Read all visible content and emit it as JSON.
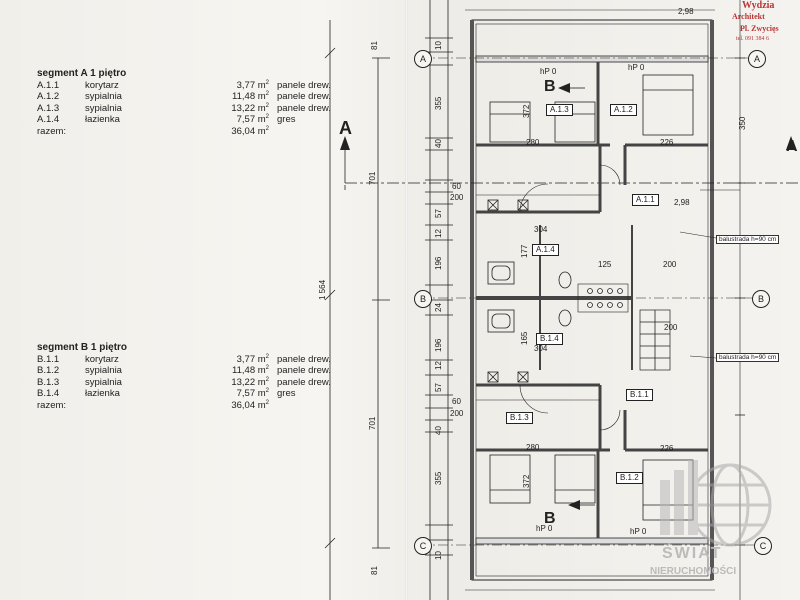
{
  "segment_a": {
    "title": "segment A 1 piętro",
    "rows": [
      {
        "id": "A.1.1",
        "name": "korytarz",
        "area": "3,77 m",
        "finish": "panele drew."
      },
      {
        "id": "A.1.2",
        "name": "sypialnia",
        "area": "11,48 m",
        "finish": "panele drew."
      },
      {
        "id": "A.1.3",
        "name": "sypialnia",
        "area": "13,22 m",
        "finish": "panele drew."
      },
      {
        "id": "A.1.4",
        "name": "łazienka",
        "area": "7,57 m",
        "finish": "gres"
      }
    ],
    "total_label": "razem:",
    "total_area": "36,04 m"
  },
  "segment_b": {
    "title": "segment B 1 piętro",
    "rows": [
      {
        "id": "B.1.1",
        "name": "korytarz",
        "area": "3,77 m",
        "finish": "panele drew."
      },
      {
        "id": "B.1.2",
        "name": "sypialnia",
        "area": "11,48 m",
        "finish": "panele drew."
      },
      {
        "id": "B.1.3",
        "name": "sypialnia",
        "area": "13,22 m",
        "finish": "panele drew."
      },
      {
        "id": "B.1.4",
        "name": "łazienka",
        "area": "7,57 m",
        "finish": "gres"
      }
    ],
    "total_label": "razem:",
    "total_area": "36,04 m"
  },
  "area_unit_exponent": "2",
  "drawing": {
    "section_marker_a": "A",
    "section_marker_b": "B",
    "grid_axes": {
      "a": "A",
      "b": "B",
      "c": "C"
    },
    "dim_total": "1 564",
    "dim_701_top": "701",
    "dim_701_bottom": "701",
    "rooms": {
      "a13": "A.1.3",
      "a12": "A.1.2",
      "a11": "A.1.1",
      "a14": "A.1.4",
      "b14": "B.1.4",
      "b11": "B.1.1",
      "b13": "B.1.3",
      "b12": "B.1.2"
    },
    "height_marks": {
      "hp_a1": "hP 0",
      "hp_a2": "hP 0",
      "hp_b1": "hP 0",
      "hp_b2": "hP 0"
    },
    "balustrade_top": "balustrada h=90 cm",
    "balustrade_bottom": "balustrada h=90 cm",
    "left_dims": [
      "81",
      "10",
      "355",
      "40",
      "60",
      "200",
      "57",
      "12",
      "196",
      "24",
      "196",
      "12",
      "57",
      "60",
      "200",
      "40",
      "355",
      "10",
      "81"
    ],
    "room_dims": {
      "d372a": "372",
      "d280a": "280",
      "d226a": "226",
      "d350a": "350",
      "d304a": "304",
      "d177": "177",
      "d125a": "125",
      "d200a": "200",
      "d298a": "2,98",
      "d372b": "372",
      "d280b": "280",
      "d226b": "226",
      "d304b": "304",
      "d165": "165",
      "d200b": "200",
      "d298top": "2,98"
    }
  },
  "stamp": {
    "line1": "Wydzia",
    "line2": "Architekt",
    "line3": "Pl. Zwycięs",
    "line4": "tel. 091 384 6"
  },
  "watermark": {
    "line1": "ŚWIAT",
    "line2": "NIERUCHOMOŚCI"
  }
}
